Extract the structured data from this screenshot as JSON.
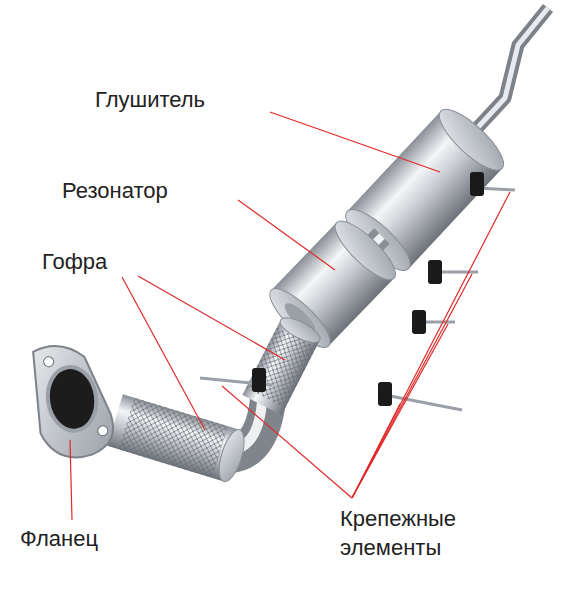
{
  "diagram": {
    "labels": [
      "Глушитель",
      "Резонатор",
      "Гофра",
      "Фланец",
      "Крепежные элементы"
    ]
  }
}
